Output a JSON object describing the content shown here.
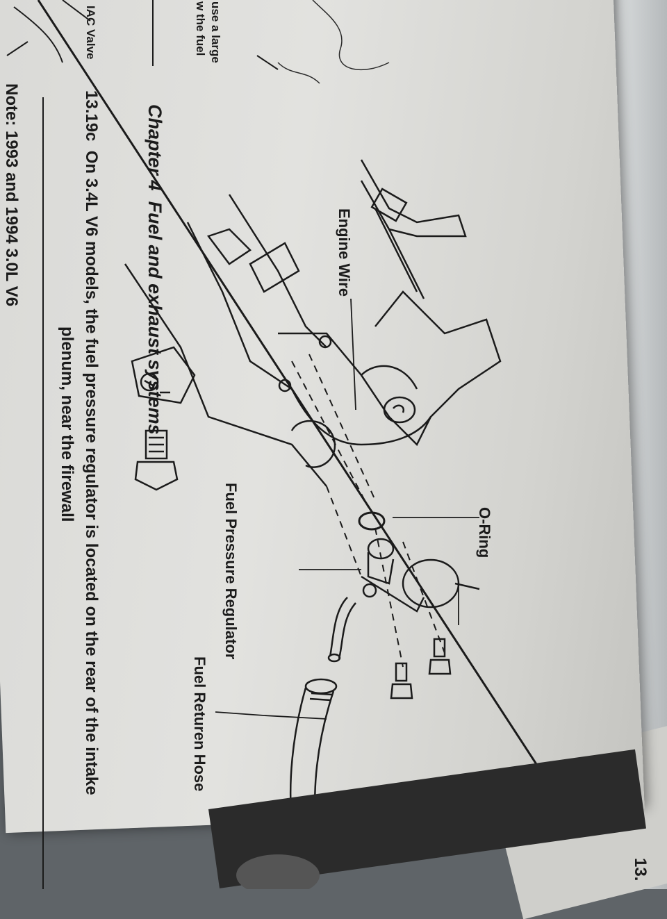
{
  "header": {
    "chapter": "Chapter 4",
    "section": "Fuel and exhaust systems"
  },
  "left_margin": {
    "iac_label": "IAC Valve",
    "snippet_line1": "use a large",
    "snippet_line2": "w the fuel",
    "note_partial": "Note: 1993 and 1994 3.0L V6"
  },
  "figure": {
    "labels": {
      "engine_wire": "Engine Wire",
      "o_ring": "O-Ring",
      "regulator": "Fuel Pressure Regulator",
      "return_hose": "Fuel Returen Hose"
    },
    "caption_number": "13.19c",
    "caption_line1": "On 3.4L V6 models, the fuel pressure regulator is located on the rear of the intake",
    "caption_line2": "plenum, near the firewall"
  },
  "next_page": {
    "fig_number": "13."
  },
  "colors": {
    "paper": "#dededb",
    "ink": "#1b1b1b",
    "background": "#5f6468"
  }
}
